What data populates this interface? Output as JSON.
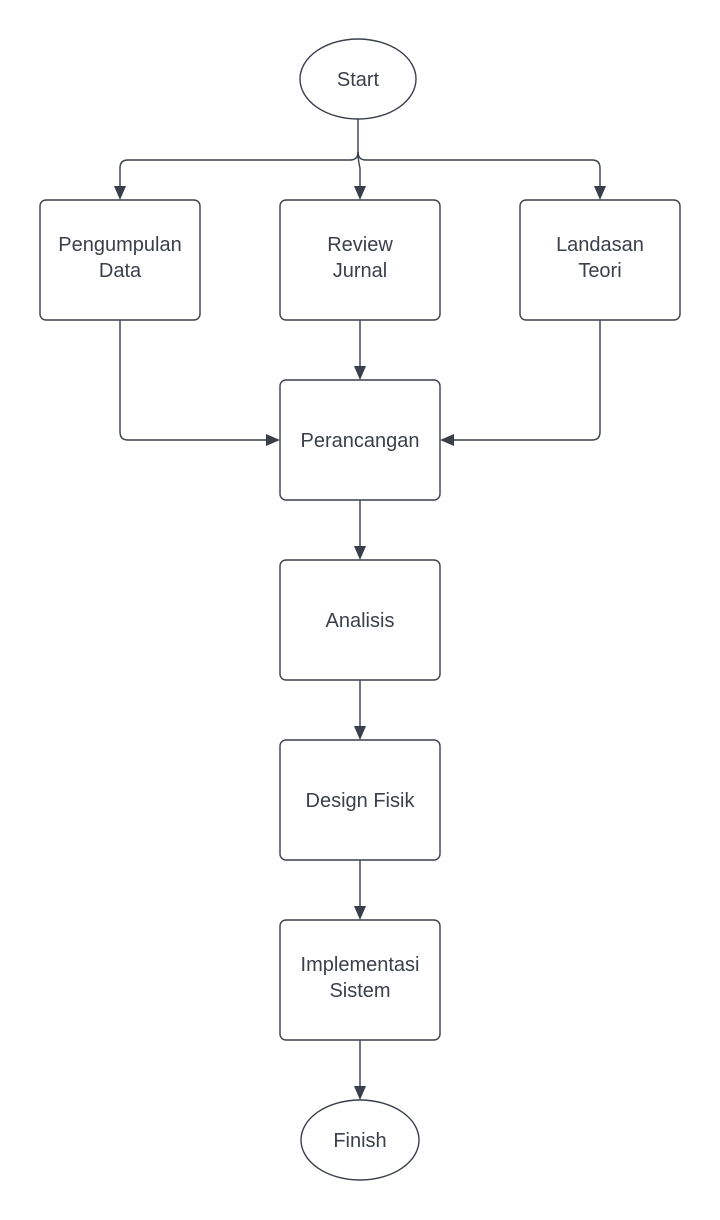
{
  "nodes": {
    "start": {
      "lines": [
        "Start"
      ]
    },
    "pengumpulan": {
      "lines": [
        "Pengumpulan",
        "Data"
      ]
    },
    "review": {
      "lines": [
        "Review",
        "Jurnal"
      ]
    },
    "landasan": {
      "lines": [
        "Landasan",
        "Teori"
      ]
    },
    "perancangan": {
      "lines": [
        "Perancangan"
      ]
    },
    "analisis": {
      "lines": [
        "Analisis"
      ]
    },
    "design": {
      "lines": [
        "Design Fisik"
      ]
    },
    "implementasi": {
      "lines": [
        "Implementasi",
        "Sistem"
      ]
    },
    "finish": {
      "lines": [
        "Finish"
      ]
    }
  },
  "edges": [
    {
      "from": "start",
      "to": "pengumpulan"
    },
    {
      "from": "start",
      "to": "review"
    },
    {
      "from": "start",
      "to": "landasan"
    },
    {
      "from": "pengumpulan",
      "to": "perancangan"
    },
    {
      "from": "review",
      "to": "perancangan"
    },
    {
      "from": "landasan",
      "to": "perancangan"
    },
    {
      "from": "perancangan",
      "to": "analisis"
    },
    {
      "from": "analisis",
      "to": "design"
    },
    {
      "from": "design",
      "to": "implementasi"
    },
    {
      "from": "implementasi",
      "to": "finish"
    }
  ],
  "colors": {
    "stroke": "#3a3f4a",
    "text": "#3a3f4a",
    "fill": "#ffffff"
  }
}
